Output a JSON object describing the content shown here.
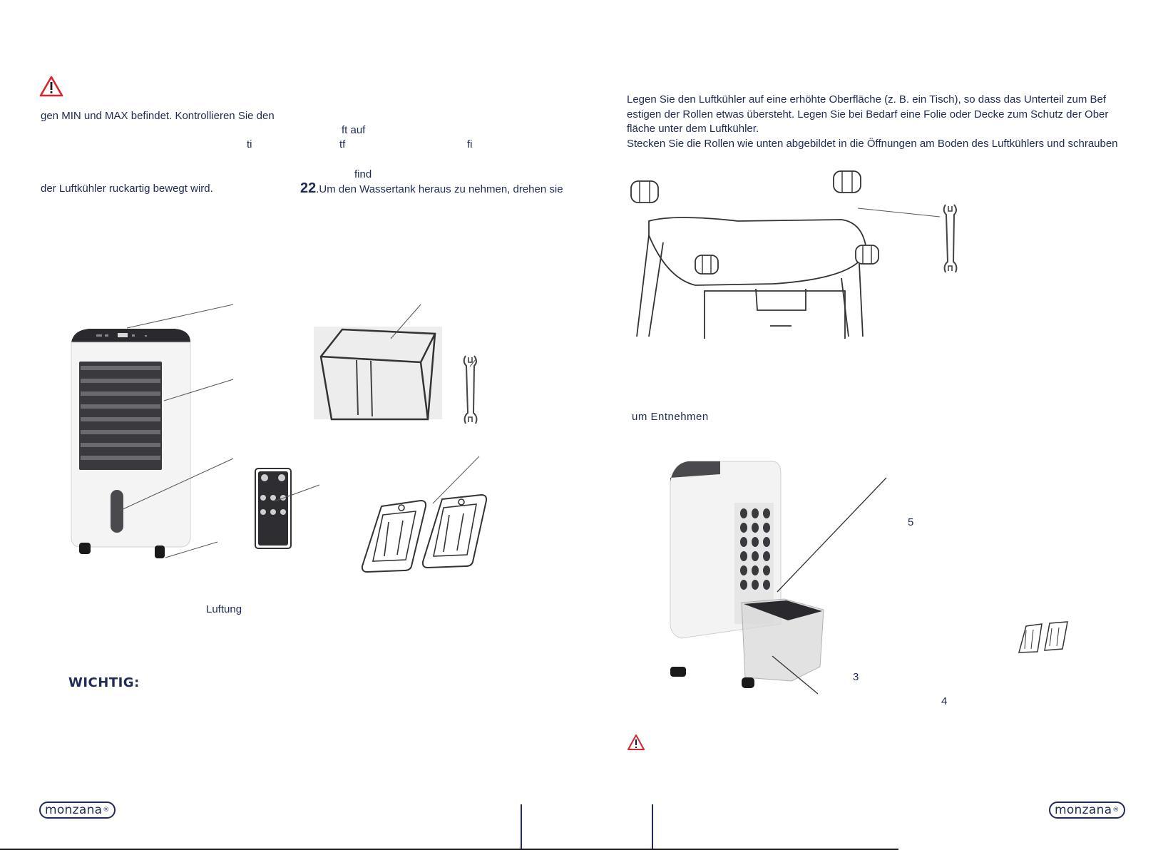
{
  "left_page": {
    "line1": "gen MIN und MAX befindet. Kontrollieren Sie den",
    "frag_ftauf": "ft auf",
    "frag_ti": "ti",
    "frag_tf": "tf",
    "frag_fi": "fi",
    "frag_find": "find",
    "line_ruckartig": "der Luftkühler ruckartig bewegt wird.",
    "step_number": "22",
    "step_text": ".Um den Wassertank heraus zu nehmen, drehen sie",
    "luftung": "Luftung",
    "wichtig": "WICHTIG:"
  },
  "right_page": {
    "para1_line1": "Legen Sie den Luftkühler auf eine erhöhte Oberfläche (z. B. ein Tisch), so dass das Unterteil zum Bef",
    "para1_line2": "estigen der Rollen etwas übersteht. Legen Sie bei Bedarf eine Folie oder Decke zum Schutz der Ober",
    "para1_line3": "fläche unter dem Luftkühler.",
    "para2_line1": "Stecken Sie die Rollen wie unten abgebildet in die Öffnungen am Boden des Luftkühlers und schrauben",
    "entnehmen": "um Entnehmen",
    "label_5": "5",
    "label_3": "3",
    "label_4": "4"
  },
  "footer": {
    "logo_left": "monzana",
    "logo_right": "monzana",
    "registered": "®"
  },
  "icons": {
    "warning_left": "warning-triangle-icon",
    "warning_right": "warning-triangle-icon"
  },
  "colors": {
    "text": "#1f2a55",
    "warning_red": "#d9232d"
  }
}
